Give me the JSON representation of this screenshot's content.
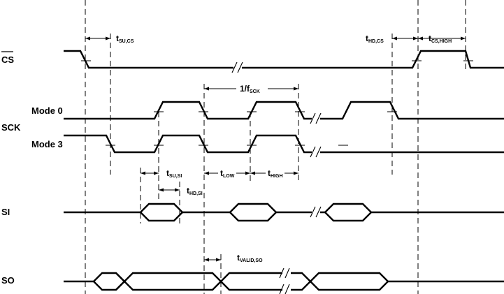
{
  "signals": {
    "cs": "CS",
    "sck": "SCK",
    "mode0": "Mode 0",
    "mode3": "Mode 3",
    "si": "SI",
    "so": "SO"
  },
  "timing": {
    "tsu_cs": {
      "t": "t",
      "sub": "SU,CS"
    },
    "thd_cs": {
      "t": "t",
      "sub": "HD,CS"
    },
    "tcs_high": {
      "t": "t",
      "sub": "CS,HIGH"
    },
    "period": {
      "main": "1/f",
      "sub": "SCK"
    },
    "tlow": {
      "t": "t",
      "sub": "LOW"
    },
    "thigh": {
      "t": "t",
      "sub": "HIGH"
    },
    "tsu_si": {
      "t": "t",
      "sub": "SU,SI"
    },
    "thd_si": {
      "t": "t",
      "sub": "HD,SI"
    },
    "tvalid_so": {
      "t": "t",
      "sub": "VALID,SO"
    }
  }
}
